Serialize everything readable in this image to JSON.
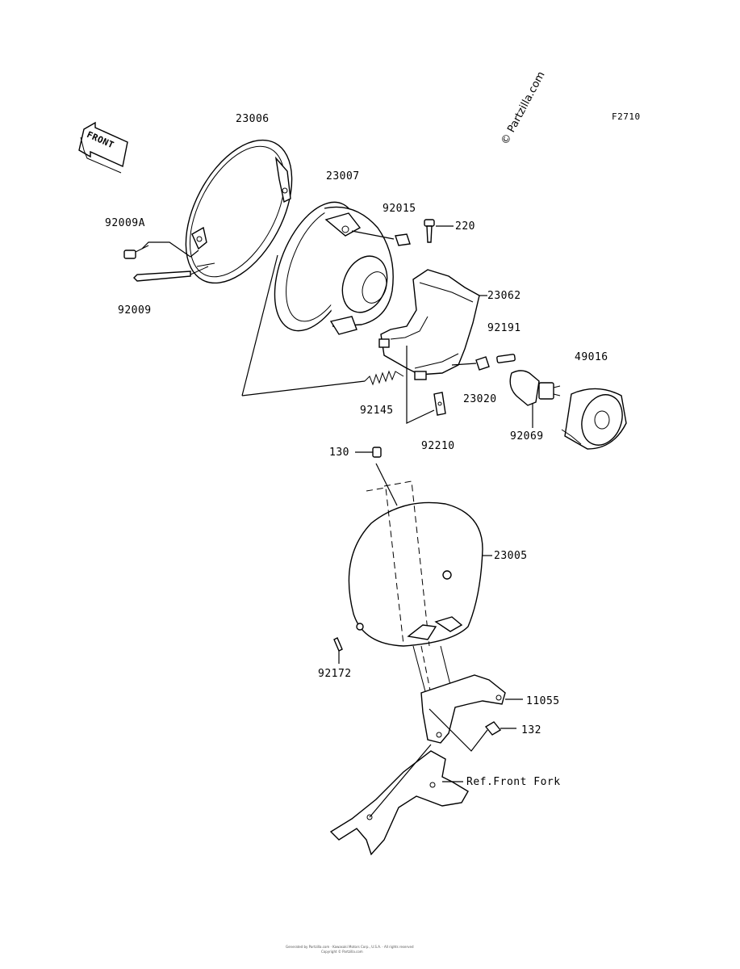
{
  "figure_code": "F2710",
  "watermark": "© Partzilla.com",
  "front_badge": "FRONT",
  "reference_label": "Ref.Front Fork",
  "parts": {
    "p23006": "23006",
    "p23007": "23007",
    "p92015": "92015",
    "p220": "220",
    "p92009A": "92009A",
    "p92009": "92009",
    "p23062": "23062",
    "p92191": "92191",
    "p49016": "49016",
    "p23020": "23020",
    "p92145": "92145",
    "p92210": "92210",
    "p92069": "92069",
    "p130": "130",
    "p23005": "23005",
    "p92172": "92172",
    "p11055": "11055",
    "p132": "132"
  },
  "footer": {
    "line1": "Generated by Partzilla.com  ·  Kawasaki Motors Corp., U.S.A.  ·  All rights reserved",
    "line2": "Copyright © Partzilla.com"
  }
}
